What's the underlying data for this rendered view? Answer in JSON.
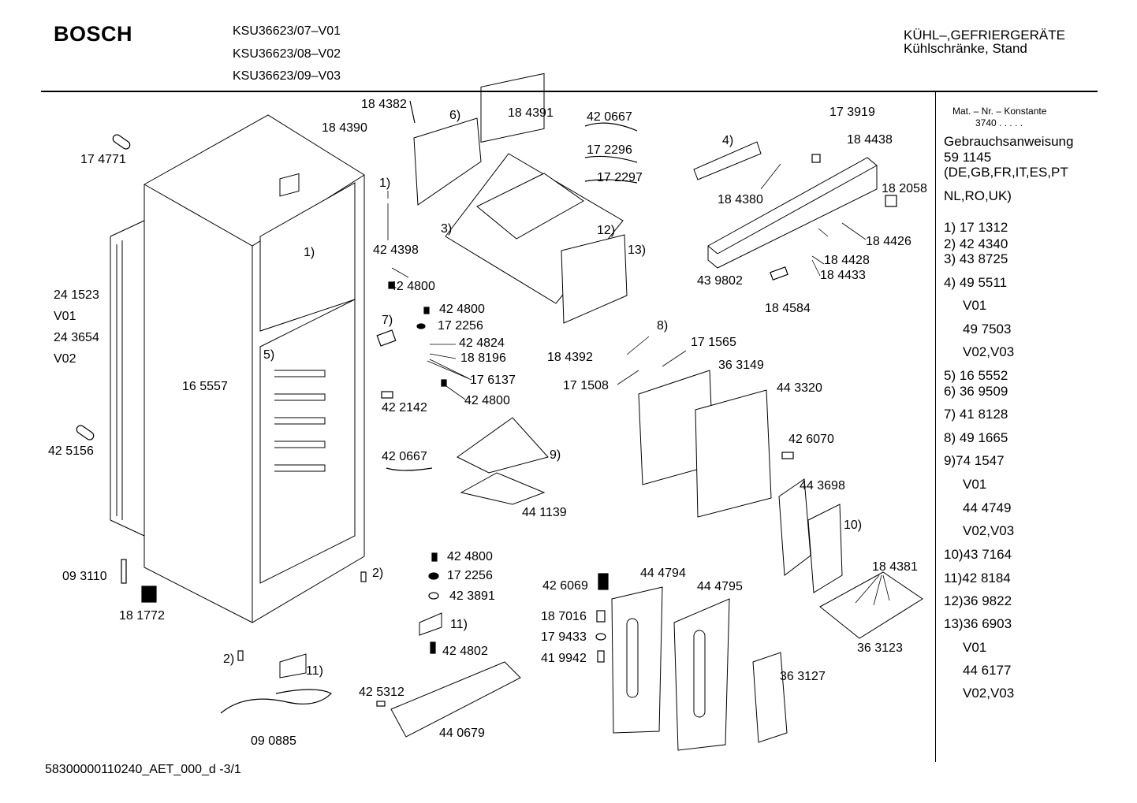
{
  "header": {
    "brand": "BOSCH",
    "models": [
      "KSU36623/07–V01",
      "KSU36623/08–V02",
      "KSU36623/09–V03"
    ],
    "category": "KÜHL–,GEFRIERGERÄTE",
    "subcategory": "Kühlschränke, Stand"
  },
  "sidebar": {
    "mat_nr_label": "Mat. – Nr. – Konstante",
    "mat_nr_value": "3740  .  .  .  .  .",
    "manual_label": "Gebrauchsanweisung",
    "manual_number": "59 1145",
    "manual_langs_1": "(DE,GB,FR,IT,ES,PT",
    "manual_langs_2": "NL,RO,UK)",
    "parts": [
      "1) 17 1312",
      "2) 42 4340",
      "3) 43 8725",
      "4) 49 5511",
      "V01",
      "49 7503",
      "V02,V03",
      "5) 16 5552",
      "6) 36 9509",
      "7) 41 8128",
      "8) 49 1665",
      "9)74 1547",
      "V01",
      "44 4749",
      "V02,V03",
      "10)43 7164",
      "11)42 8184",
      "12)36 9822",
      "13)36 6903",
      "V01",
      "44 6177",
      "V02,V03"
    ]
  },
  "labels": [
    "17 4771",
    "18 4382",
    "18 4390",
    "6)",
    "18 4391",
    "42 0667",
    "17 2296",
    "17 2297",
    "1)",
    "3)",
    "42 4398",
    "42 4800",
    "1)",
    "12)",
    "13)",
    "24 1523",
    "V01",
    "24 3654",
    "V02",
    "42 4800",
    "17 2256",
    "7)",
    "42 4824",
    "18 8196",
    "5)",
    "16 5557",
    "17 6137",
    "42 4800",
    "42 2142",
    "18 4392",
    "8)",
    "17 1565",
    "36 3149",
    "17 1508",
    "44 3320",
    "42 5156",
    "42 0667",
    "9)",
    "44 1139",
    "42 6070",
    "44 3698",
    "10)",
    "4)",
    "17 3919",
    "18 4438",
    "18 2058",
    "18 4380",
    "18 4426",
    "18 4428",
    "18 4433",
    "43 9802",
    "18 4584",
    "09 3110",
    "18 1772",
    "2)",
    "42 4800",
    "17 2256",
    "42 3891",
    "11)",
    "42 4802",
    "42 6069",
    "44 4794",
    "44 4795",
    "18 7016",
    "17 9433",
    "41 9942",
    "18 4381",
    "36 3123",
    "2)",
    "11)",
    "42 5312",
    "44 0679",
    "36 3127",
    "09 0885"
  ],
  "footer": "58300000110240_AET_000_d  -3/1"
}
